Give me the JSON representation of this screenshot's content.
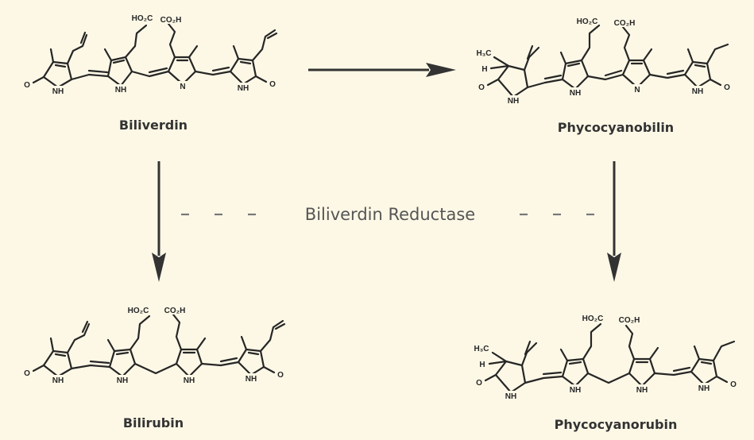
{
  "molecules": {
    "biliverdin": {
      "name": "Biliverdin",
      "acid_left": "HO₂C",
      "acid_right": "CO₂H",
      "o_left": "O",
      "o_right": "O",
      "nh_1": "NH",
      "nh_2": "NH",
      "n_3": "N",
      "nh_4": "NH"
    },
    "phycocyanobilin": {
      "name": "Phycocyanobilin",
      "acid_left": "HO₂C",
      "acid_right": "CO₂H",
      "o_left": "O",
      "o_right": "O",
      "methyl": "H₃C",
      "h": "H",
      "nh_1": "NH",
      "nh_2": "NH",
      "n_3": "N",
      "nh_4": "NH"
    },
    "bilirubin": {
      "name": "Bilirubin",
      "acid_left": "HO₂C",
      "acid_right": "CO₂H",
      "o_left": "O",
      "o_right": "O",
      "nh_1": "NH",
      "nh_2": "NH",
      "nh_3": "NH",
      "nh_4": "NH"
    },
    "phycocyanorubin": {
      "name": "Phycocyanorubin",
      "acid_left": "HO₂C",
      "acid_right": "CO₂H",
      "o_left": "O",
      "o_right": "O",
      "methyl": "H₃C",
      "h": "H",
      "nh_1": "NH",
      "nh_2": "NH",
      "nh_3": "NH",
      "nh_4": "NH"
    }
  },
  "enzyme": {
    "label": "Biliverdin Reductase"
  }
}
